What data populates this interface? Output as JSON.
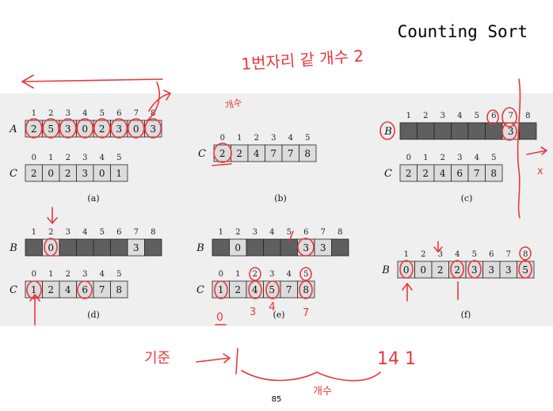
{
  "slide": {
    "title": "Counting Sort",
    "page_number": "85"
  },
  "panels": [
    {
      "caption": "(a)",
      "arrays": [
        {
          "name": "A",
          "indices": [
            "1",
            "2",
            "3",
            "4",
            "5",
            "6",
            "7",
            "8"
          ],
          "cells": [
            "2",
            "5",
            "3",
            "0",
            "2",
            "3",
            "0",
            "3"
          ],
          "shaded": [
            false,
            false,
            false,
            false,
            false,
            false,
            false,
            false
          ]
        },
        {
          "name": "C",
          "indices": [
            "0",
            "1",
            "2",
            "3",
            "4",
            "5"
          ],
          "cells": [
            "2",
            "0",
            "2",
            "3",
            "0",
            "1"
          ],
          "shaded": [
            false,
            false,
            false,
            false,
            false,
            false
          ]
        }
      ]
    },
    {
      "caption": "(b)",
      "arrays": [
        {
          "name": "C",
          "indices": [
            "0",
            "1",
            "2",
            "3",
            "4",
            "5"
          ],
          "cells": [
            "2",
            "2",
            "4",
            "7",
            "7",
            "8"
          ],
          "shaded": [
            false,
            false,
            false,
            false,
            false,
            false
          ]
        }
      ]
    },
    {
      "caption": "(c)",
      "arrays": [
        {
          "name": "B",
          "indices": [
            "1",
            "2",
            "3",
            "4",
            "5",
            "6",
            "7",
            "8"
          ],
          "cells": [
            "",
            "",
            "",
            "",
            "",
            "",
            "3",
            ""
          ],
          "shaded": [
            true,
            true,
            true,
            true,
            true,
            true,
            false,
            true
          ]
        },
        {
          "name": "C",
          "indices": [
            "0",
            "1",
            "2",
            "3",
            "4",
            "5"
          ],
          "cells": [
            "2",
            "2",
            "4",
            "6",
            "7",
            "8"
          ],
          "shaded": [
            false,
            false,
            false,
            false,
            false,
            false
          ]
        }
      ]
    },
    {
      "caption": "(d)",
      "arrays": [
        {
          "name": "B",
          "indices": [
            "1",
            "2",
            "3",
            "4",
            "5",
            "6",
            "7",
            "8"
          ],
          "cells": [
            "",
            "0",
            "",
            "",
            "",
            "",
            "3",
            ""
          ],
          "shaded": [
            true,
            false,
            true,
            true,
            true,
            true,
            false,
            true
          ]
        },
        {
          "name": "C",
          "indices": [
            "0",
            "1",
            "2",
            "3",
            "4",
            "5"
          ],
          "cells": [
            "1",
            "2",
            "4",
            "6",
            "7",
            "8"
          ],
          "shaded": [
            false,
            false,
            false,
            false,
            false,
            false
          ]
        }
      ]
    },
    {
      "caption": "(e)",
      "arrays": [
        {
          "name": "B",
          "indices": [
            "1",
            "2",
            "3",
            "4",
            "5",
            "6",
            "7",
            "8"
          ],
          "cells": [
            "",
            "0",
            "",
            "",
            "",
            "3",
            "3",
            ""
          ],
          "shaded": [
            true,
            false,
            true,
            true,
            true,
            false,
            false,
            true
          ]
        },
        {
          "name": "C",
          "indices": [
            "0",
            "1",
            "2",
            "3",
            "4",
            "5"
          ],
          "cells": [
            "1",
            "2",
            "4",
            "5",
            "7",
            "8"
          ],
          "shaded": [
            false,
            false,
            false,
            false,
            false,
            false
          ]
        }
      ]
    },
    {
      "caption": "(f)",
      "arrays": [
        {
          "name": "B",
          "indices": [
            "1",
            "2",
            "3",
            "4",
            "5",
            "6",
            "7",
            "8"
          ],
          "cells": [
            "0",
            "0",
            "2",
            "2",
            "3",
            "3",
            "3",
            "5"
          ],
          "shaded": [
            false,
            false,
            false,
            false,
            false,
            false,
            false,
            false
          ]
        }
      ]
    }
  ],
  "annotations": {
    "top_note": "1번자리 같 개수 2",
    "count_note": "개수",
    "under_e_labels": [
      "0",
      "3",
      "4",
      "7"
    ],
    "bottom_left": "기준",
    "bottom_right": "14 1",
    "bottom_brace_label": "개수",
    "side_mark": "x",
    "ink_color": "#e8383d"
  }
}
